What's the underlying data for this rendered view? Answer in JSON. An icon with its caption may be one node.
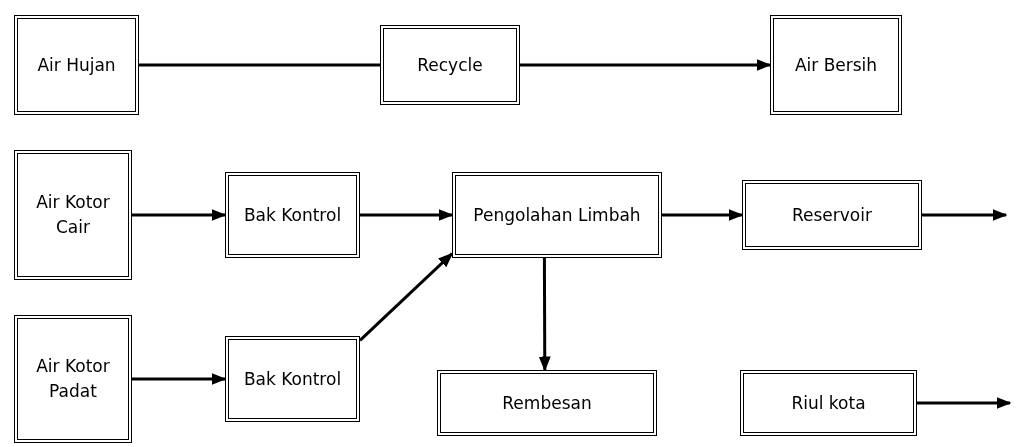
{
  "diagram": {
    "nodes": [
      {
        "text": [
          "Air Hujan"
        ]
      },
      {
        "text": [
          "Recycle"
        ]
      },
      {
        "text": [
          "Air Bersih"
        ]
      },
      {
        "text": [
          "Air Kotor Cair"
        ]
      },
      {
        "text": [
          "Bak Kontrol"
        ]
      },
      {
        "text": [
          "Pengolahan Limbah"
        ]
      },
      {
        "text": [
          "Reservoir"
        ]
      },
      {
        "text": [
          "Air Kotor Padat"
        ]
      },
      {
        "text": [
          "Bak Kontrol"
        ]
      },
      {
        "text": [
          "Rembesan"
        ]
      },
      {
        "text": [
          "Riul kota"
        ]
      }
    ],
    "edges": [
      {
        "from": 0,
        "to": 1,
        "arrow": "none"
      },
      {
        "from": 1,
        "to": 2,
        "arrow": "to"
      },
      {
        "from": 3,
        "to": 4,
        "arrow": "to"
      },
      {
        "from": 4,
        "to": 5,
        "arrow": "to"
      },
      {
        "from": 5,
        "to": 6,
        "arrow": "to"
      },
      {
        "from": 6,
        "to": null,
        "arrow": "to"
      },
      {
        "from": 7,
        "to": 8,
        "arrow": "to"
      },
      {
        "from": 8,
        "to": 5,
        "arrow": "to"
      },
      {
        "from": 5,
        "to": 9,
        "arrow": "to"
      },
      {
        "from": 10,
        "to": null,
        "arrow": "to"
      }
    ]
  }
}
